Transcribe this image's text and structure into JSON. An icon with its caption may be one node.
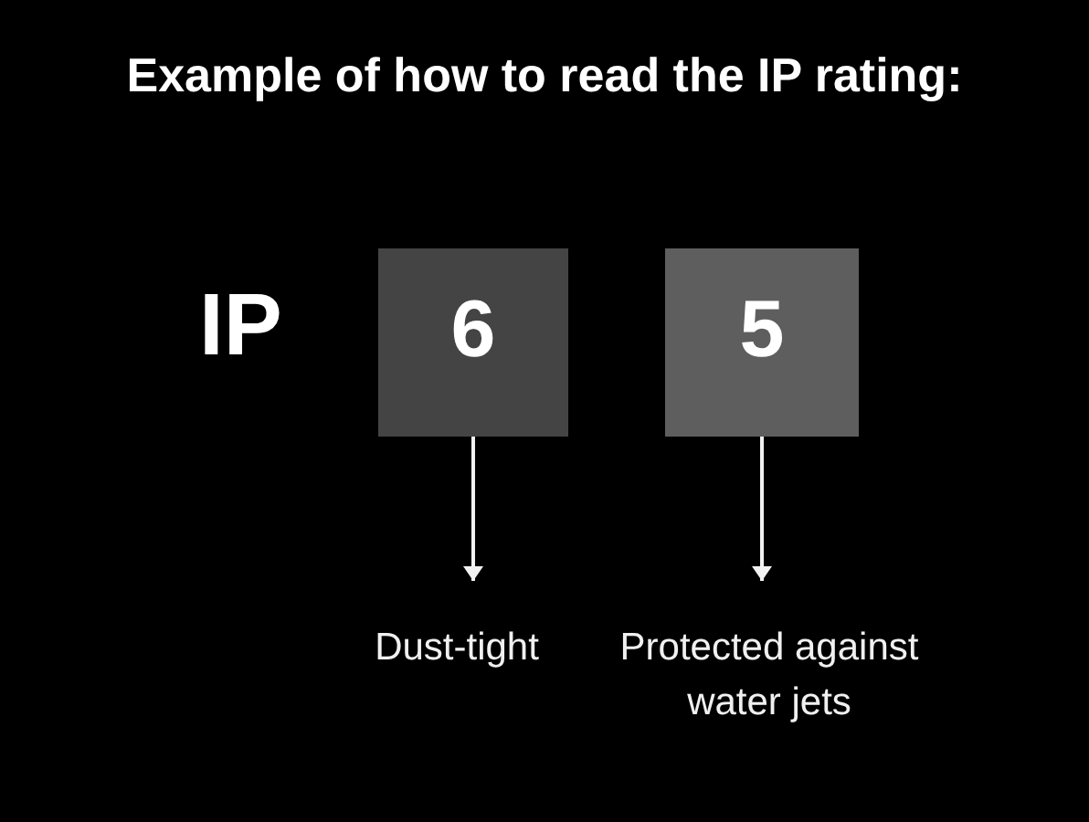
{
  "diagram": {
    "title": "Example of how to read the IP rating:",
    "nodes": [
      {
        "text": [
          "6"
        ]
      },
      {
        "text": [
          "5"
        ]
      },
      {
        "text": [
          "Dust-tight"
        ]
      },
      {
        "text": [
          "Protected against water jets"
        ]
      }
    ],
    "edges": [
      {
        "from": 0,
        "to": 2,
        "arrow": "to"
      },
      {
        "from": 1,
        "to": 3,
        "arrow": "to"
      }
    ],
    "labels": [
      "IP"
    ]
  }
}
